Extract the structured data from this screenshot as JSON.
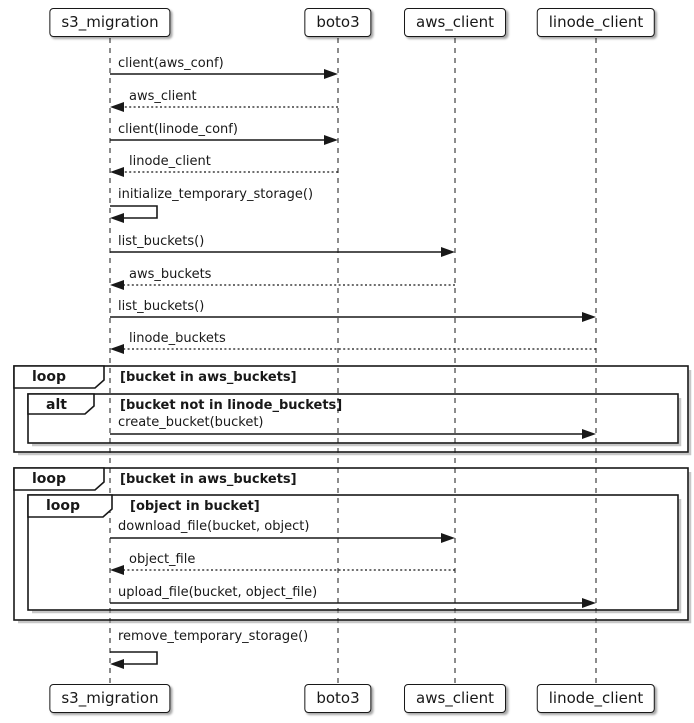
{
  "diagram": {
    "type": "uml-sequence-diagram",
    "colors": {
      "line": "#181818",
      "text": "#181818",
      "background": "#ffffff",
      "frame_border": "#181818",
      "shadow": "#999999"
    },
    "participants": [
      {
        "name": "s3_migration"
      },
      {
        "name": "boto3"
      },
      {
        "name": "aws_client"
      },
      {
        "name": "linode_client"
      }
    ],
    "messages": [
      {
        "from": "s3_migration",
        "to": "boto3",
        "label": "client(aws_conf)",
        "style": "solid"
      },
      {
        "from": "boto3",
        "to": "s3_migration",
        "label": "aws_client",
        "style": "dotted"
      },
      {
        "from": "s3_migration",
        "to": "boto3",
        "label": "client(linode_conf)",
        "style": "solid"
      },
      {
        "from": "boto3",
        "to": "s3_migration",
        "label": "linode_client",
        "style": "dotted"
      },
      {
        "from": "s3_migration",
        "to": "s3_migration",
        "label": "initialize_temporary_storage()",
        "style": "self"
      },
      {
        "from": "s3_migration",
        "to": "aws_client",
        "label": "list_buckets()",
        "style": "solid"
      },
      {
        "from": "aws_client",
        "to": "s3_migration",
        "label": "aws_buckets",
        "style": "dotted"
      },
      {
        "from": "s3_migration",
        "to": "linode_client",
        "label": "list_buckets()",
        "style": "solid"
      },
      {
        "from": "linode_client",
        "to": "s3_migration",
        "label": "linode_buckets",
        "style": "dotted"
      },
      {
        "from": "s3_migration",
        "to": "linode_client",
        "label": "create_bucket(bucket)",
        "style": "solid"
      },
      {
        "from": "s3_migration",
        "to": "aws_client",
        "label": "download_file(bucket, object)",
        "style": "solid"
      },
      {
        "from": "aws_client",
        "to": "s3_migration",
        "label": "object_file",
        "style": "dotted"
      },
      {
        "from": "s3_migration",
        "to": "linode_client",
        "label": "upload_file(bucket, object_file)",
        "style": "solid"
      },
      {
        "from": "s3_migration",
        "to": "s3_migration",
        "label": "remove_temporary_storage()",
        "style": "self"
      }
    ],
    "frames": [
      {
        "kind": "loop",
        "guard": "[bucket in aws_buckets]"
      },
      {
        "kind": "alt",
        "guard": "[bucket not in linode_buckets]"
      },
      {
        "kind": "loop",
        "guard": "[bucket in aws_buckets]"
      },
      {
        "kind": "loop",
        "guard": "[object in bucket]"
      }
    ]
  }
}
